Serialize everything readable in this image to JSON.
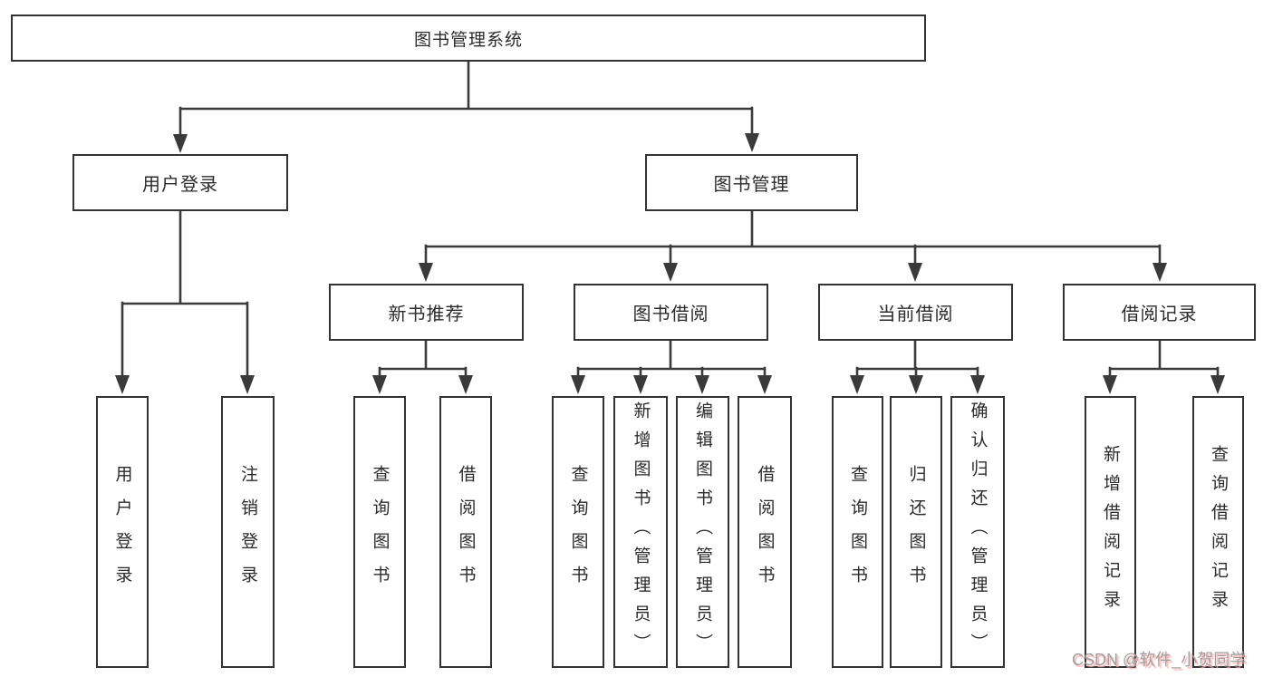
{
  "tree": {
    "label": "图书管理系统",
    "children": [
      {
        "label": "用户登录",
        "children": [
          {
            "label": "用户登录"
          },
          {
            "label": "注销登录"
          }
        ]
      },
      {
        "label": "图书管理",
        "children": [
          {
            "label": "新书推荐",
            "children": [
              {
                "label": "查询图书"
              },
              {
                "label": "借阅图书"
              }
            ]
          },
          {
            "label": "图书借阅",
            "children": [
              {
                "label": "查询图书"
              },
              {
                "label": "新增图书（管理员）"
              },
              {
                "label": "编辑图书（管理员）"
              },
              {
                "label": "借阅图书"
              }
            ]
          },
          {
            "label": "当前借阅",
            "children": [
              {
                "label": "查询图书"
              },
              {
                "label": "归还图书"
              },
              {
                "label": "确认归还（管理员）"
              }
            ]
          },
          {
            "label": "借阅记录",
            "children": [
              {
                "label": "新增借阅记录"
              },
              {
                "label": "查询借阅记录"
              }
            ]
          }
        ]
      }
    ]
  },
  "watermark": "CSDN @软件_小贺同学",
  "colors": {
    "background": "#ffffff",
    "line": "#3a3a3a",
    "box_border": "#333333",
    "text": "#2b2b2b",
    "watermark_text": "#9e9e9e",
    "watermark_shadow": "#ffb0b0"
  }
}
